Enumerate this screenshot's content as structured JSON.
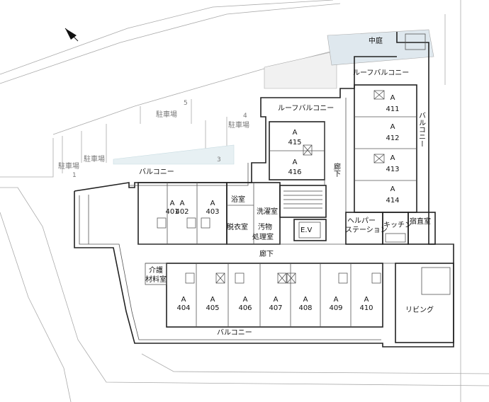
{
  "rooms": [
    {
      "name": "A",
      "number": "401"
    },
    {
      "name": "A",
      "number": "402"
    },
    {
      "name": "A",
      "number": "403"
    },
    {
      "name": "A",
      "number": "404"
    },
    {
      "name": "A",
      "number": "405"
    },
    {
      "name": "A",
      "number": "406"
    },
    {
      "name": "A",
      "number": "407"
    },
    {
      "name": "A",
      "number": "408"
    },
    {
      "name": "A",
      "number": "409"
    },
    {
      "name": "A",
      "number": "410"
    },
    {
      "name": "A",
      "number": "411"
    },
    {
      "name": "A",
      "number": "412"
    },
    {
      "name": "A",
      "number": "413"
    },
    {
      "name": "A",
      "number": "414"
    },
    {
      "name": "A",
      "number": "415"
    },
    {
      "name": "A",
      "number": "416"
    }
  ],
  "spaces": {
    "courtyard": "中庭",
    "roof_balcony_top": "ルーフバルコニー",
    "roof_balcony_mid": "ルーフバルコニー",
    "balcony_right": "バルコニー",
    "balcony_left": "バルコニー",
    "balcony_bottom": "バルコニー",
    "corridor_upper": "廊下",
    "corridor_main": "廊下",
    "bath": "浴室",
    "laundry": "洗濯室",
    "dressing": "脱衣室",
    "soiled_1": "汚物",
    "soiled_2": "処理室",
    "ev": "E.V",
    "helper_1": "ヘルパー",
    "helper_2": "ステーション",
    "kitchen": "キッチン",
    "night_duty": "宿直室",
    "care_storage_1": "介護",
    "care_storage_2": "材料室",
    "living": "リビング"
  },
  "parking": {
    "label_1": "駐車場",
    "label_2": "駐車場",
    "label_3": "駐車場",
    "label_4": "駐車場",
    "n1": "1",
    "n3": "3",
    "n4": "4",
    "n5": "5"
  }
}
